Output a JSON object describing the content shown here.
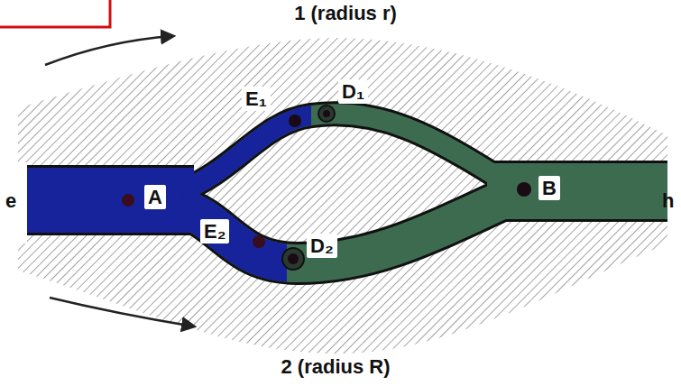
{
  "diagram": {
    "labels": [
      "1 (radius r)",
      "E₁",
      "D₁",
      "e",
      "A",
      "B",
      "h",
      "E₂",
      "D₂",
      "2 (radius R)"
    ]
  }
}
